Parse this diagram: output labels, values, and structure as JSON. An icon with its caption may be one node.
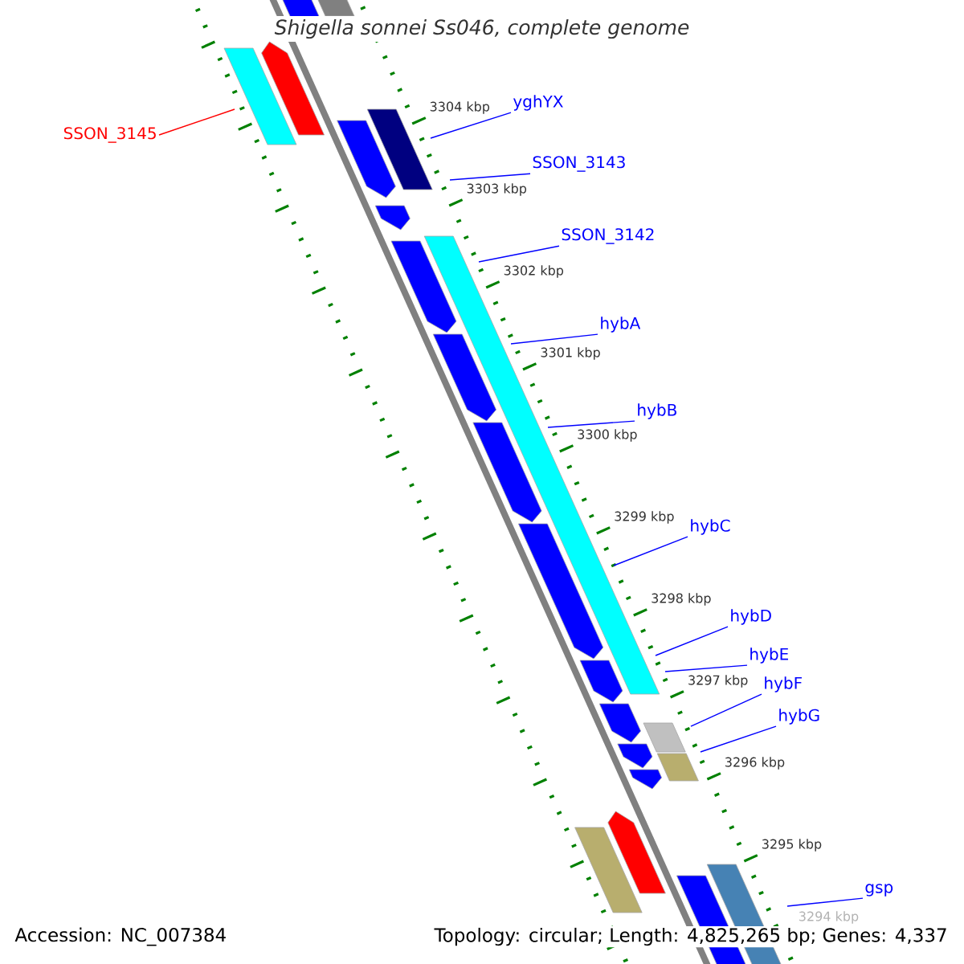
{
  "diagram": {
    "title": "*Shigella sonnei Ss046, complete genome*",
    "nodes": [
      {
        "text": [
          "SSON_3145"
        ]
      },
      {
        "text": [
          "yghYX"
        ]
      },
      {
        "text": [
          "SSON_3143"
        ]
      },
      {
        "text": [
          "SSON_3142"
        ]
      },
      {
        "text": [
          "hybA"
        ]
      },
      {
        "text": [
          "hybB"
        ]
      },
      {
        "text": [
          "hybC"
        ]
      },
      {
        "text": [
          "hybD"
        ]
      },
      {
        "text": [
          "hybE"
        ]
      },
      {
        "text": [
          "hybF"
        ]
      },
      {
        "text": [
          "hybG"
        ]
      },
      {
        "text": [
          "gsp"
        ]
      }
    ],
    "edges": [
      {
        "from": 0,
        "to": null,
        "arrow": "none",
        "color": "#ff0000"
      },
      {
        "from": 1,
        "to": null,
        "arrow": "none"
      },
      {
        "from": 2,
        "to": null,
        "arrow": "none"
      },
      {
        "from": 3,
        "to": null,
        "arrow": "none"
      },
      {
        "from": 4,
        "to": null,
        "arrow": "none"
      },
      {
        "from": 5,
        "to": null,
        "arrow": "none"
      },
      {
        "from": 6,
        "to": null,
        "arrow": "none"
      },
      {
        "from": 7,
        "to": null,
        "arrow": "none"
      },
      {
        "from": 8,
        "to": null,
        "arrow": "none"
      },
      {
        "from": 9,
        "to": null,
        "arrow": "none"
      },
      {
        "from": 10,
        "to": null,
        "arrow": "none"
      },
      {
        "from": 11,
        "to": null,
        "arrow": "none"
      }
    ],
    "labels": [
      "3304 kbp",
      "3303 kbp",
      "3302 kbp",
      "3301 kbp",
      "3300 kbp",
      "3299 kbp",
      "3298 kbp",
      "3297 kbp",
      "3296 kbp",
      "3295 kbp",
      "3294 kbp",
      "Accession: NC_007384",
      "Topology: circular; Length: 4,825,265 bp; Genes: 4,337"
    ]
  }
}
